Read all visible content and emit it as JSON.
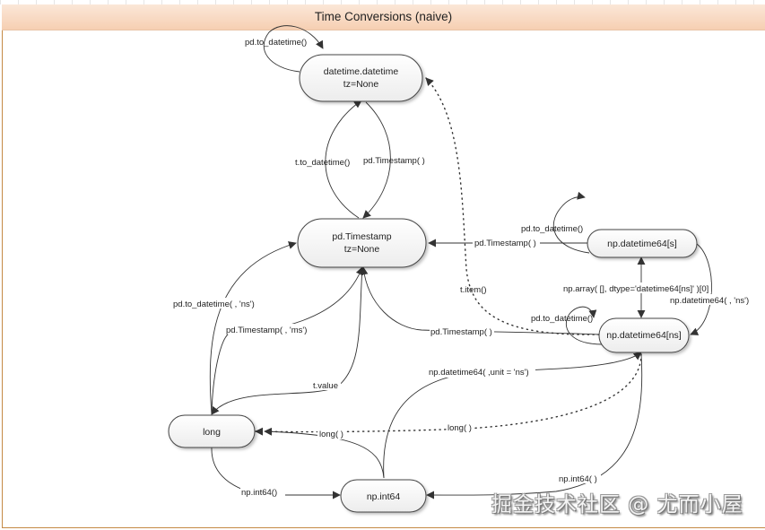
{
  "title": "Time Conversions (naive)",
  "watermark": "掘金技术社区 @ 尤而小屋",
  "nodes": {
    "datetime": {
      "line1": "datetime.datetime",
      "line2": "tz=None"
    },
    "timestamp": {
      "line1": "pd.Timestamp",
      "line2": "tz=None"
    },
    "dt64s": {
      "line1": "np.datetime64[s]"
    },
    "dt64ns": {
      "line1": "np.datetime64[ns]"
    },
    "long": {
      "line1": "long"
    },
    "int64": {
      "line1": "np.int64"
    }
  },
  "edges": {
    "datetime_self": "pd.to_datetime()",
    "ts_to_datetime": "t.to_datetime()",
    "datetime_to_ts": "pd.Timestamp( )",
    "dt64s_self": "pd.to_datetime()",
    "dt64s_to_ts": "pd.Timestamp( )",
    "dt64ns_to_datetime": "t.item()",
    "ns_to_s": "np.array( [], dtype='datetime64[ns]' )[0]",
    "s_to_ns": "np.datetime64( , 'ns')",
    "dt64ns_self": "pd.to_datetime()",
    "dt64ns_to_ts": "pd.Timestamp( )",
    "long_to_ts_ns": "pd.to_datetime( , 'ns')",
    "long_to_ts_ms": "pd.Timestamp( , 'ms')",
    "ts_to_long": "t.value",
    "int64_to_dt64ns": "np.datetime64( ,unit = 'ns')",
    "dt64ns_to_long": "long( )",
    "int64_to_long": "long( )",
    "long_to_int64": "np.int64()",
    "dt64ns_to_int64": "np.int64( )"
  }
}
